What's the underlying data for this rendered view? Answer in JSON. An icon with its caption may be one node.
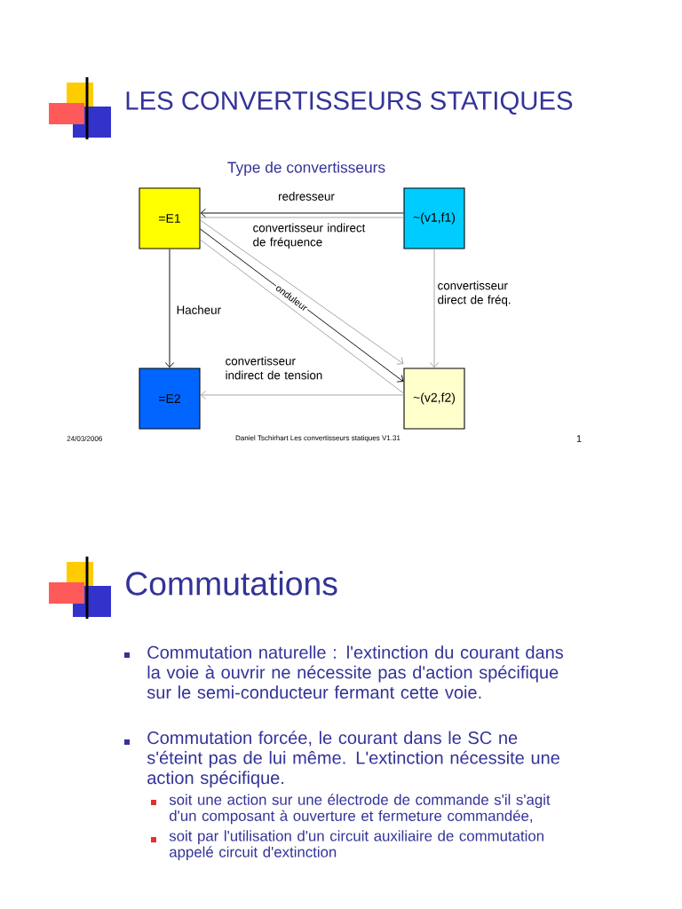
{
  "diagram": {
    "title": "LES CONVERTISSEURS STATIQUES",
    "nodes": [
      {
        "text": [
          "=E1"
        ]
      },
      {
        "text": [
          "~(v1,f1)"
        ]
      },
      {
        "text": [
          "=E2"
        ]
      },
      {
        "text": [
          "~(v2,f2)"
        ]
      }
    ],
    "edges": [
      {
        "from": 1,
        "to": 0,
        "arrow": "to",
        "color": "#000000",
        "label": "redresseur"
      },
      {
        "from": 1,
        "to": 0,
        "arrow": "none",
        "label": "convertisseur indirect de fréquence"
      },
      {
        "from": 0,
        "to": 3,
        "arrow": "to",
        "color": "#000000",
        "label": "onduleur"
      },
      {
        "from": 0,
        "to": 3,
        "arrow": "to"
      },
      {
        "from": 0,
        "to": 3,
        "arrow": "none"
      },
      {
        "from": 3,
        "to": 2,
        "arrow": "to",
        "label": "convertisseur indirect de tension"
      },
      {
        "from": 0,
        "to": 2,
        "arrow": "to",
        "color": "#000000",
        "label": "Hacheur"
      },
      {
        "from": 1,
        "to": 3,
        "arrow": "to",
        "label": "convertisseur direct de fréq."
      }
    ],
    "labels": [
      "Type de convertisseurs",
      "24/03/2006",
      "Daniel Tschirhart Les convertisseurs statiques V1.31",
      "1",
      "Commutations",
      "Commutation naturelle : l'extinction du courant dans la voie à ouvrir ne nécessite pas d'action spécifique sur le semi-conducteur fermant cette voie.",
      "Commutation forcée, le courant dans le SC ne s'éteint pas de lui même. L'extinction nécessite une action spécifique.",
      "soit une action sur une électrode de commande s'il s'agit d'un composant à ouverture et fermeture commandée,",
      "soit par l'utilisation d'un circuit auxiliaire de commutation appelé circuit d'extinction"
    ]
  }
}
